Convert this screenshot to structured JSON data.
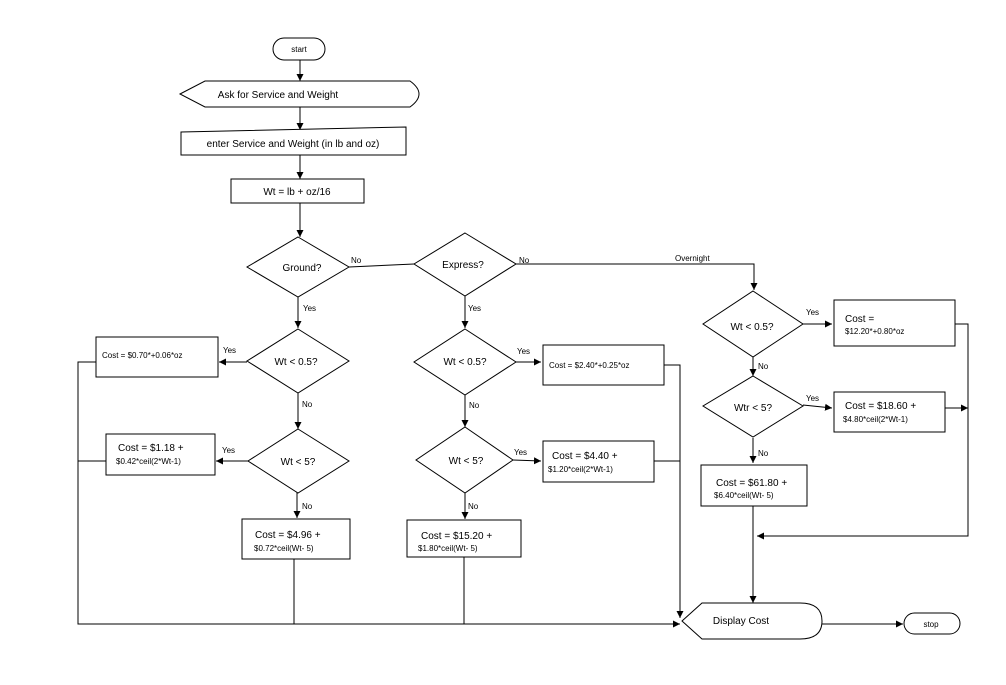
{
  "nodes": {
    "start": "start",
    "ask": "Ask for Service and Weight",
    "enter": "enter Service and Weight (in lb and oz)",
    "wt_calc": "Wt = lb + oz/16",
    "ground": "Ground?",
    "express": "Express?",
    "g_wt05": "Wt < 0.5?",
    "g_wt5": "Wt < 5?",
    "g_cost1": "Cost = $0.70*+0.06*oz",
    "g_cost2_l1": "Cost = $1.18 +",
    "g_cost2_l2": "$0.42*ceil(2*Wt-1)",
    "g_cost3_l1": "Cost = $4.96 +",
    "g_cost3_l2": "$0.72*ceil(Wt- 5)",
    "e_wt05": "Wt < 0.5?",
    "e_wt5": "Wt < 5?",
    "e_cost1": "Cost = $2.40*+0.25*oz",
    "e_cost2_l1": "Cost = $4.40 +",
    "e_cost2_l2": "$1.20*ceil(2*Wt-1)",
    "e_cost3_l1": "Cost = $15.20 +",
    "e_cost3_l2": "$1.80*ceil(Wt- 5)",
    "o_wt05": "Wt < 0.5?",
    "o_wt5": "Wtr < 5?",
    "o_cost1_l1": "Cost =",
    "o_cost1_l2": "$12.20*+0.80*oz",
    "o_cost2_l1": "Cost = $18.60 +",
    "o_cost2_l2": "$4.80*ceil(2*Wt-1)",
    "o_cost3_l1": "Cost = $61.80 +",
    "o_cost3_l2": "$6.40*ceil(Wt- 5)",
    "display": "Display Cost",
    "stop": "stop"
  },
  "edge_labels": {
    "ground_no": "No",
    "express_no": "No",
    "overnight": "Overnight",
    "ground_yes": "Yes",
    "g_wt05_yes": "Yes",
    "g_wt05_no": "No",
    "g_wt5_yes": "Yes",
    "g_wt5_no": "No",
    "express_yes": "Yes",
    "e_wt05_yes": "Yes",
    "e_wt05_no": "No",
    "e_wt5_yes": "Yes",
    "e_wt5_no": "No",
    "o_wt05_yes": "Yes",
    "o_wt05_no": "No",
    "o_wt5_yes": "Yes",
    "o_wt5_no": "No"
  }
}
